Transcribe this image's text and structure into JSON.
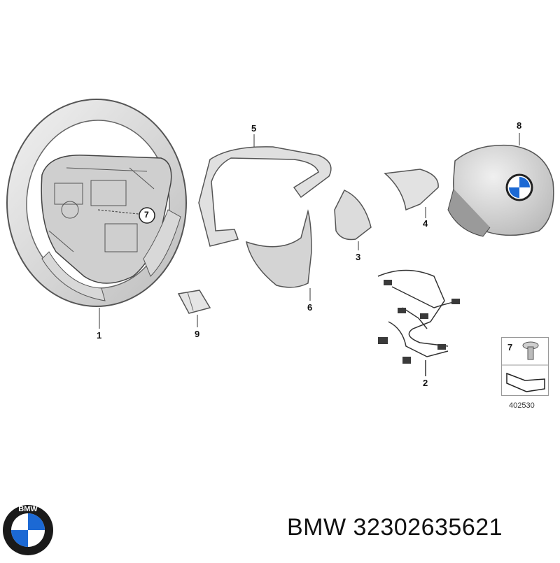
{
  "diagram": {
    "callouts": [
      "1",
      "2",
      "3",
      "4",
      "5",
      "6",
      "7",
      "8",
      "9"
    ],
    "inline_callout": "7",
    "legend": {
      "item_number": "7",
      "code": "402530"
    }
  },
  "brand": {
    "name": "BMW",
    "part_number": "32302635621",
    "logo_letters": "BMW"
  },
  "colors": {
    "part_fill": "#e6e6e6",
    "part_stroke": "#555555",
    "logo_blue": "#1c69d4",
    "logo_ring": "#1a1a1a"
  }
}
